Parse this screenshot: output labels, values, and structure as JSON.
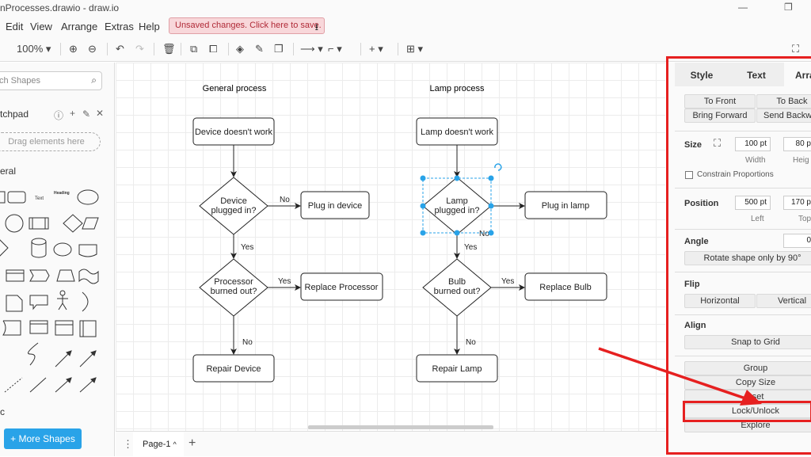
{
  "window": {
    "title": "nProcesses.drawio - draw.io",
    "restore_icon": "restore-window-icon"
  },
  "menu": {
    "items": [
      "Edit",
      "View",
      "Arrange",
      "Extras",
      "Help"
    ],
    "unsaved_label": "Unsaved changes. Click here to save."
  },
  "toolbar": {
    "zoom": "100%"
  },
  "left_panel": {
    "search_placeholder": "ch Shapes",
    "scratchpad_title": "tchpad",
    "drag_hint": "Drag elements here",
    "general_title": "eral",
    "misc_title": "c",
    "more_shapes": "+ More Shapes",
    "shape_text_label": "Text",
    "shape_heading_label": "Heading"
  },
  "diagram": {
    "general_title": "General process",
    "lamp_title": "Lamp process",
    "general": {
      "start": "Device doesn't work",
      "decision1": [
        "Device",
        "plugged in?"
      ],
      "action1": "Plug in device",
      "decision2": [
        "Processor",
        "burned out?"
      ],
      "action2": "Replace Processor",
      "end": "Repair Device"
    },
    "lamp": {
      "start": "Lamp doesn't work",
      "decision1": [
        "Lamp",
        "plugged in?"
      ],
      "action1": "Plug in lamp",
      "decision2": [
        "Bulb",
        "burned out?"
      ],
      "action2": "Replace Bulb",
      "end": "Repair Lamp"
    },
    "labels": {
      "yes": "Yes",
      "no": "No"
    }
  },
  "page_bar": {
    "page_name": "Page-1"
  },
  "right_panel": {
    "tabs": [
      "Style",
      "Text",
      "Arra"
    ],
    "to_front": "To Front",
    "to_back": "To Back",
    "bring_forward": "Bring Forward",
    "send_backward": "Send Backwa",
    "size_label": "Size",
    "width_value": "100 pt",
    "height_value": "80 p",
    "width_label": "Width",
    "height_label": "Heig",
    "constrain": "Constrain Proportions",
    "position_label": "Position",
    "left_value": "500 pt",
    "top_value": "170 p",
    "left_label": "Left",
    "top_label": "Top",
    "angle_label": "Angle",
    "angle_value": "0",
    "rotate": "Rotate shape only by 90°",
    "flip_label": "Flip",
    "horizontal": "Horizontal",
    "vertical": "Vertical",
    "align_label": "Align",
    "snap": "Snap to Grid",
    "group": "Group",
    "copy_size": "Copy Size",
    "reset": "eset",
    "lock_unlock": "Lock/Unlock",
    "explore": "Explore"
  },
  "colors": {
    "highlight": "#e62020",
    "selection": "#29a3e8",
    "unsaved_bg": "#f8d7da"
  }
}
